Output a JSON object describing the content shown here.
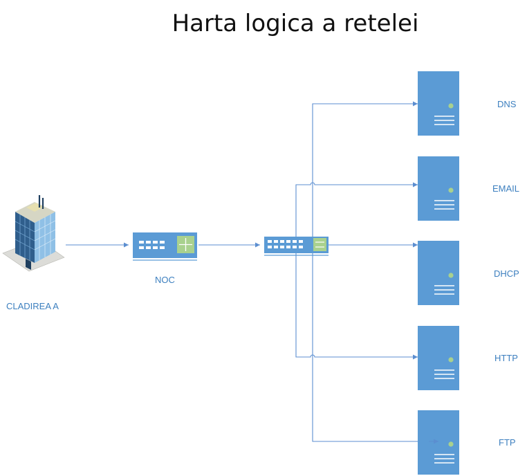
{
  "title": "Harta logica a retelei",
  "nodes": {
    "building": {
      "label": "CLADIREA A",
      "icon": "office-building-icon"
    },
    "noc": {
      "label": "NOC",
      "icon": "router-icon"
    },
    "switch": {
      "label": "",
      "icon": "network-switch-icon"
    },
    "servers": [
      {
        "label": "DNS",
        "icon": "server-icon"
      },
      {
        "label": "EMAIL",
        "icon": "server-icon"
      },
      {
        "label": "DHCP",
        "icon": "server-icon"
      },
      {
        "label": "HTTP",
        "icon": "server-icon"
      },
      {
        "label": "FTP",
        "icon": "server-icon"
      }
    ]
  },
  "colors": {
    "device_blue": "#5b9bd5",
    "accent_green": "#a9d18e",
    "line_blue": "#5b8ed0",
    "label_blue": "#3c7fbf",
    "title": "#111111"
  }
}
